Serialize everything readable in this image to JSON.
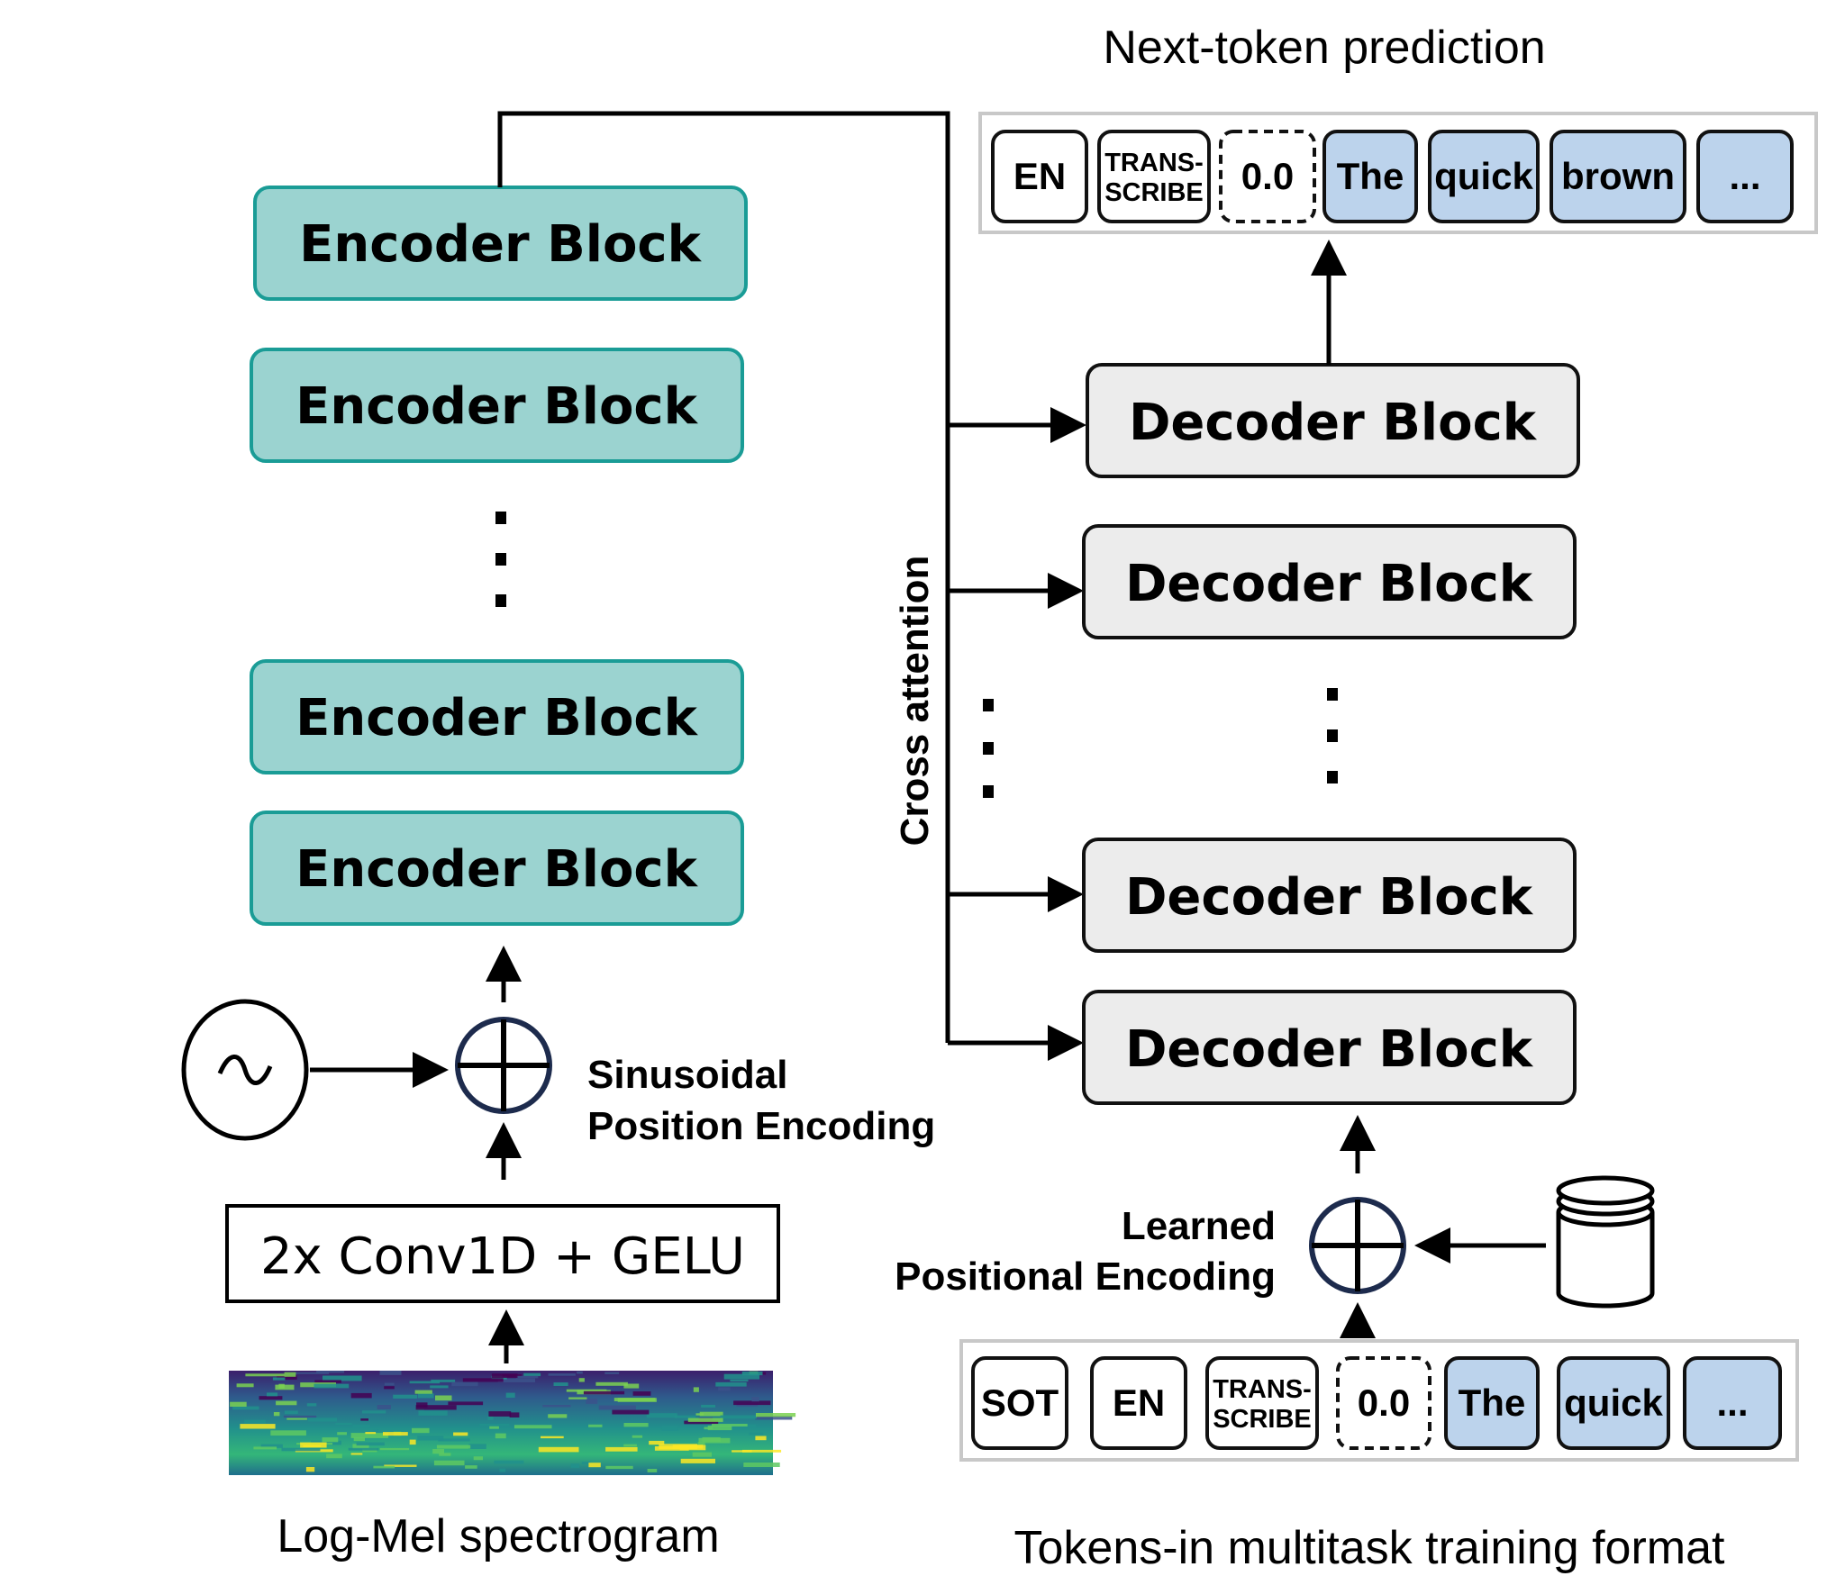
{
  "top_title": "Next-token prediction",
  "encoder_blocks": [
    "Encoder Block",
    "Encoder Block",
    "Encoder Block",
    "Encoder Block"
  ],
  "decoder_blocks": [
    "Decoder Block",
    "Decoder Block",
    "Decoder Block",
    "Decoder Block"
  ],
  "cross_attention_label": "Cross attention",
  "conv_label": "2x Conv1D + GELU",
  "sinusoidal_label": [
    "Sinusoidal",
    "Position Encoding"
  ],
  "learned_label": [
    "Learned",
    "Positional Encoding"
  ],
  "spectrogram_caption": "Log-Mel spectrogram",
  "tokens_caption": "Tokens-in multitask training format",
  "output_tokens": [
    {
      "text": "EN",
      "style": "white"
    },
    {
      "lines": [
        "TRANS-",
        "SCRIBE"
      ],
      "style": "white"
    },
    {
      "text": "0.0",
      "style": "dashed"
    },
    {
      "text": "The",
      "style": "blue"
    },
    {
      "text": "quick",
      "style": "blue"
    },
    {
      "text": "brown",
      "style": "blue"
    },
    {
      "text": "...",
      "style": "blue"
    }
  ],
  "input_tokens": [
    {
      "text": "SOT",
      "style": "white"
    },
    {
      "text": "EN",
      "style": "white"
    },
    {
      "lines": [
        "TRANS-",
        "SCRIBE"
      ],
      "style": "white"
    },
    {
      "text": "0.0",
      "style": "dashed"
    },
    {
      "text": "The",
      "style": "blue"
    },
    {
      "text": "quick",
      "style": "blue"
    },
    {
      "text": "...",
      "style": "blue"
    }
  ],
  "colors": {
    "encoder_fill": "#9bd3d0",
    "encoder_stroke": "#1a9c96",
    "decoder_fill": "#ececec",
    "token_blue": "#bcd3ec",
    "adder_stroke": "#1d2b4d"
  }
}
